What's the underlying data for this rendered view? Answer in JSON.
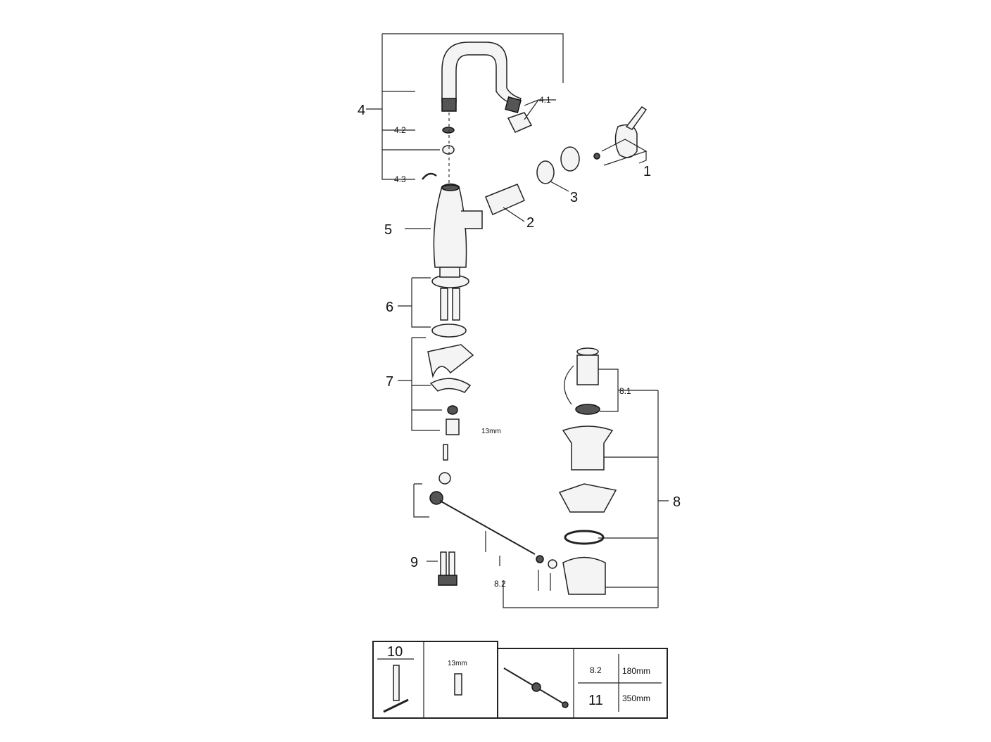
{
  "labels": {
    "p1": "1",
    "p2": "2",
    "p3": "3",
    "p4": "4",
    "p4_1": "4.1",
    "p4_2": "4.2",
    "p4_3": "4.3",
    "p5": "5",
    "p6": "6",
    "p7": "7",
    "p7_size": "13mm",
    "p8": "8",
    "p8_1": "8.1",
    "p8_2": "8.2",
    "p9": "9"
  },
  "table": {
    "tool_number": "10",
    "socket_size": "13mm",
    "rows": [
      {
        "part": "8.2",
        "length": "180mm"
      },
      {
        "part": "11",
        "length": "350mm"
      }
    ]
  }
}
